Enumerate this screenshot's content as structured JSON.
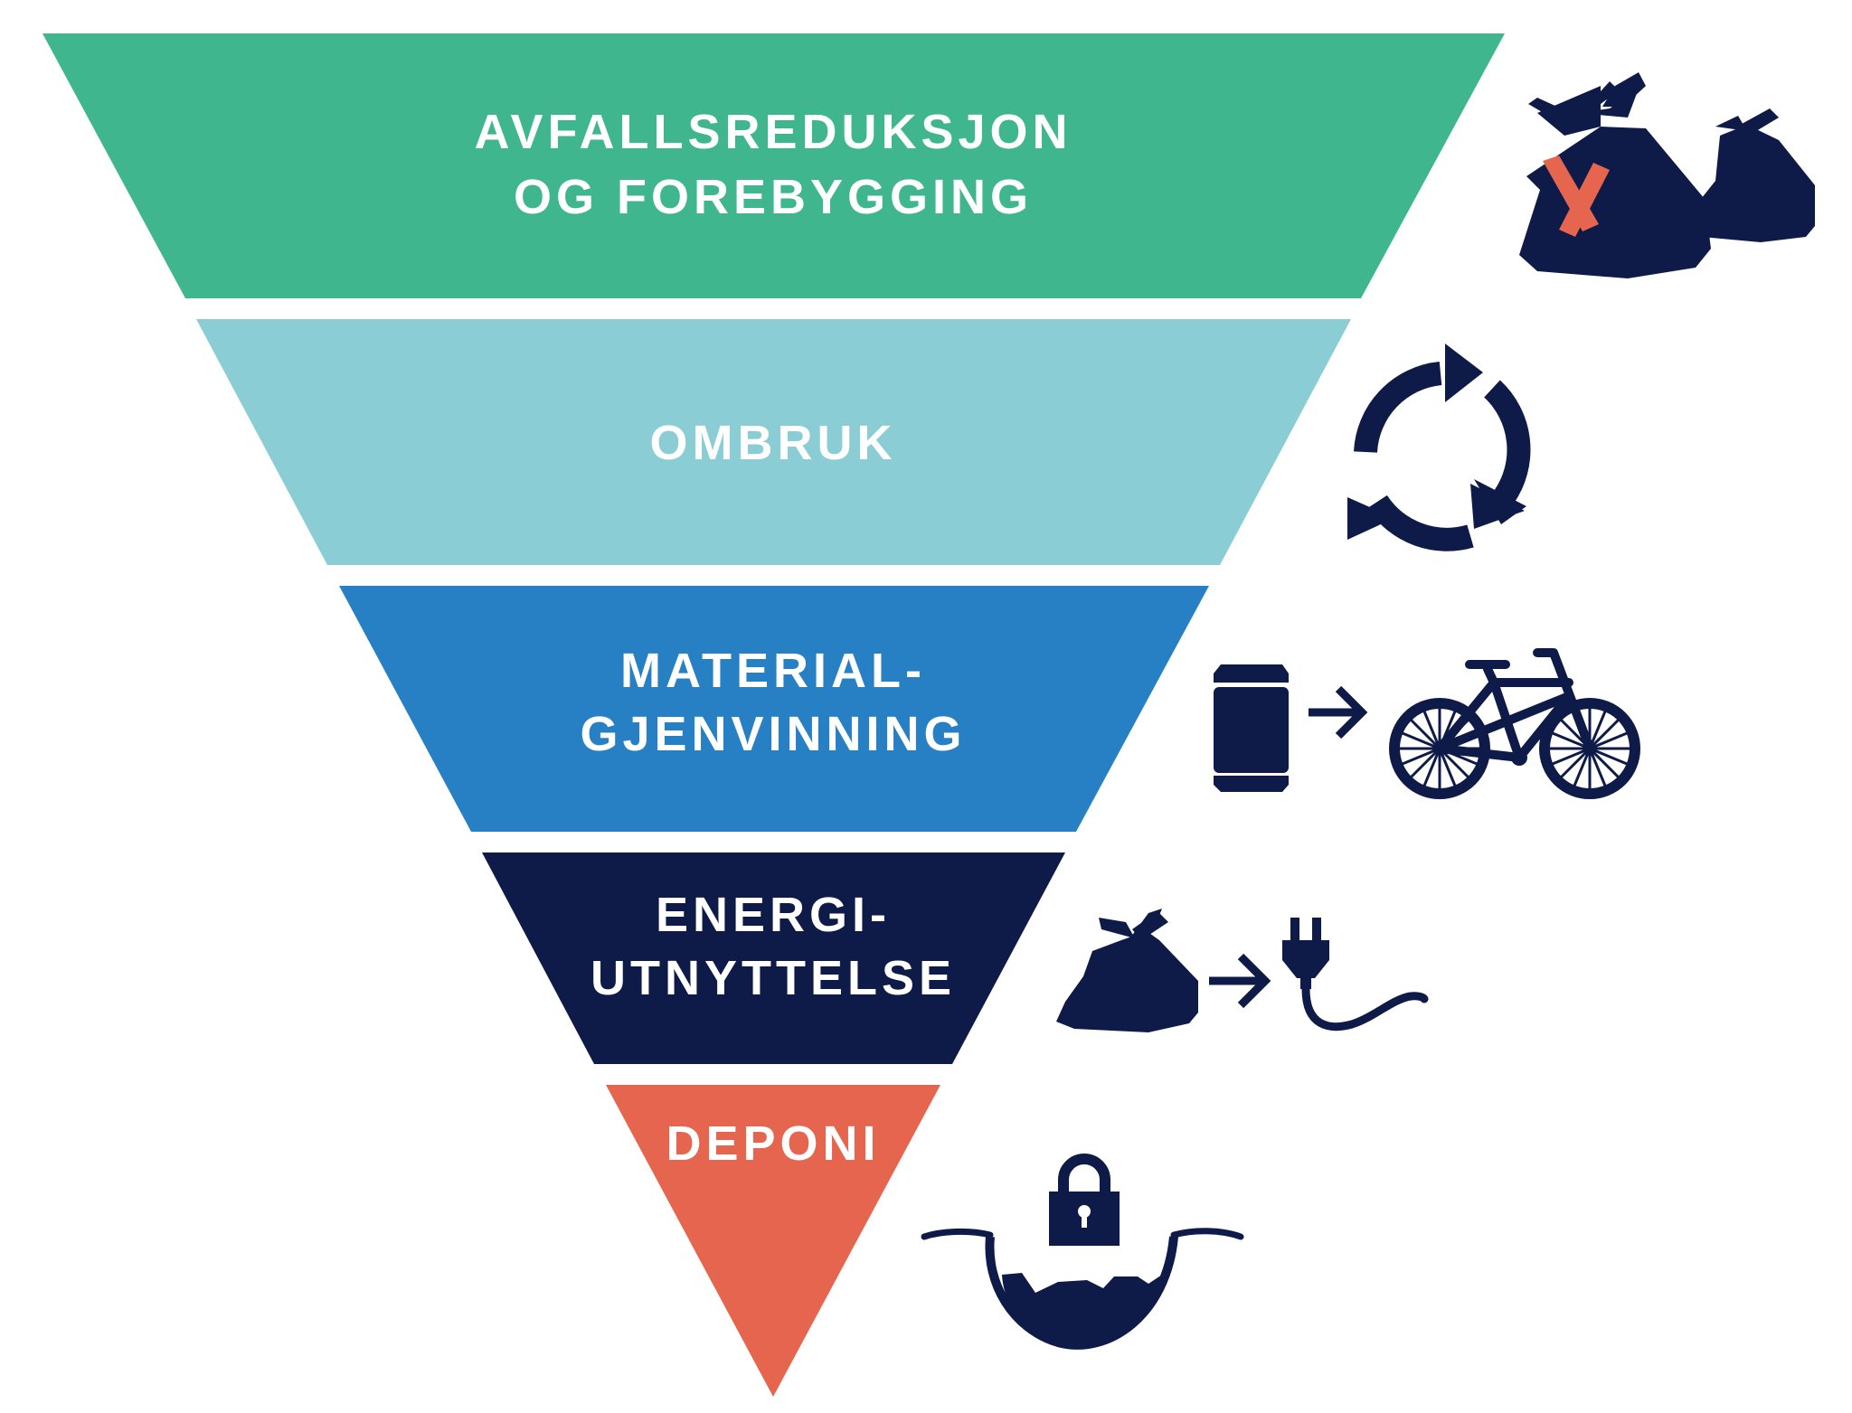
{
  "colors": {
    "tier1": "#3fb68d",
    "tier2": "#8bcdd5",
    "tier3": "#2880c4",
    "tier4": "#0e1b48",
    "tier5": "#e5654f",
    "icon": "#0e1b48",
    "cross": "#e5654f",
    "text": "#ffffff"
  },
  "tiers": [
    {
      "lines": [
        "AVFALLSREDUKSJON",
        "OG FOREBYGGING"
      ],
      "icon": "crossed-out-trash-bag-icon"
    },
    {
      "lines": [
        "OMBRUK"
      ],
      "icon": "cycle-arrows-icon"
    },
    {
      "lines": [
        "MATERIAL-",
        "GJENVINNING"
      ],
      "icon": "can-to-bicycle-icon"
    },
    {
      "lines": [
        "ENERGI-",
        "UTNYTTELSE"
      ],
      "icon": "trash-bag-to-plug-icon"
    },
    {
      "lines": [
        "DEPONI"
      ],
      "icon": "locked-landfill-icon"
    }
  ]
}
